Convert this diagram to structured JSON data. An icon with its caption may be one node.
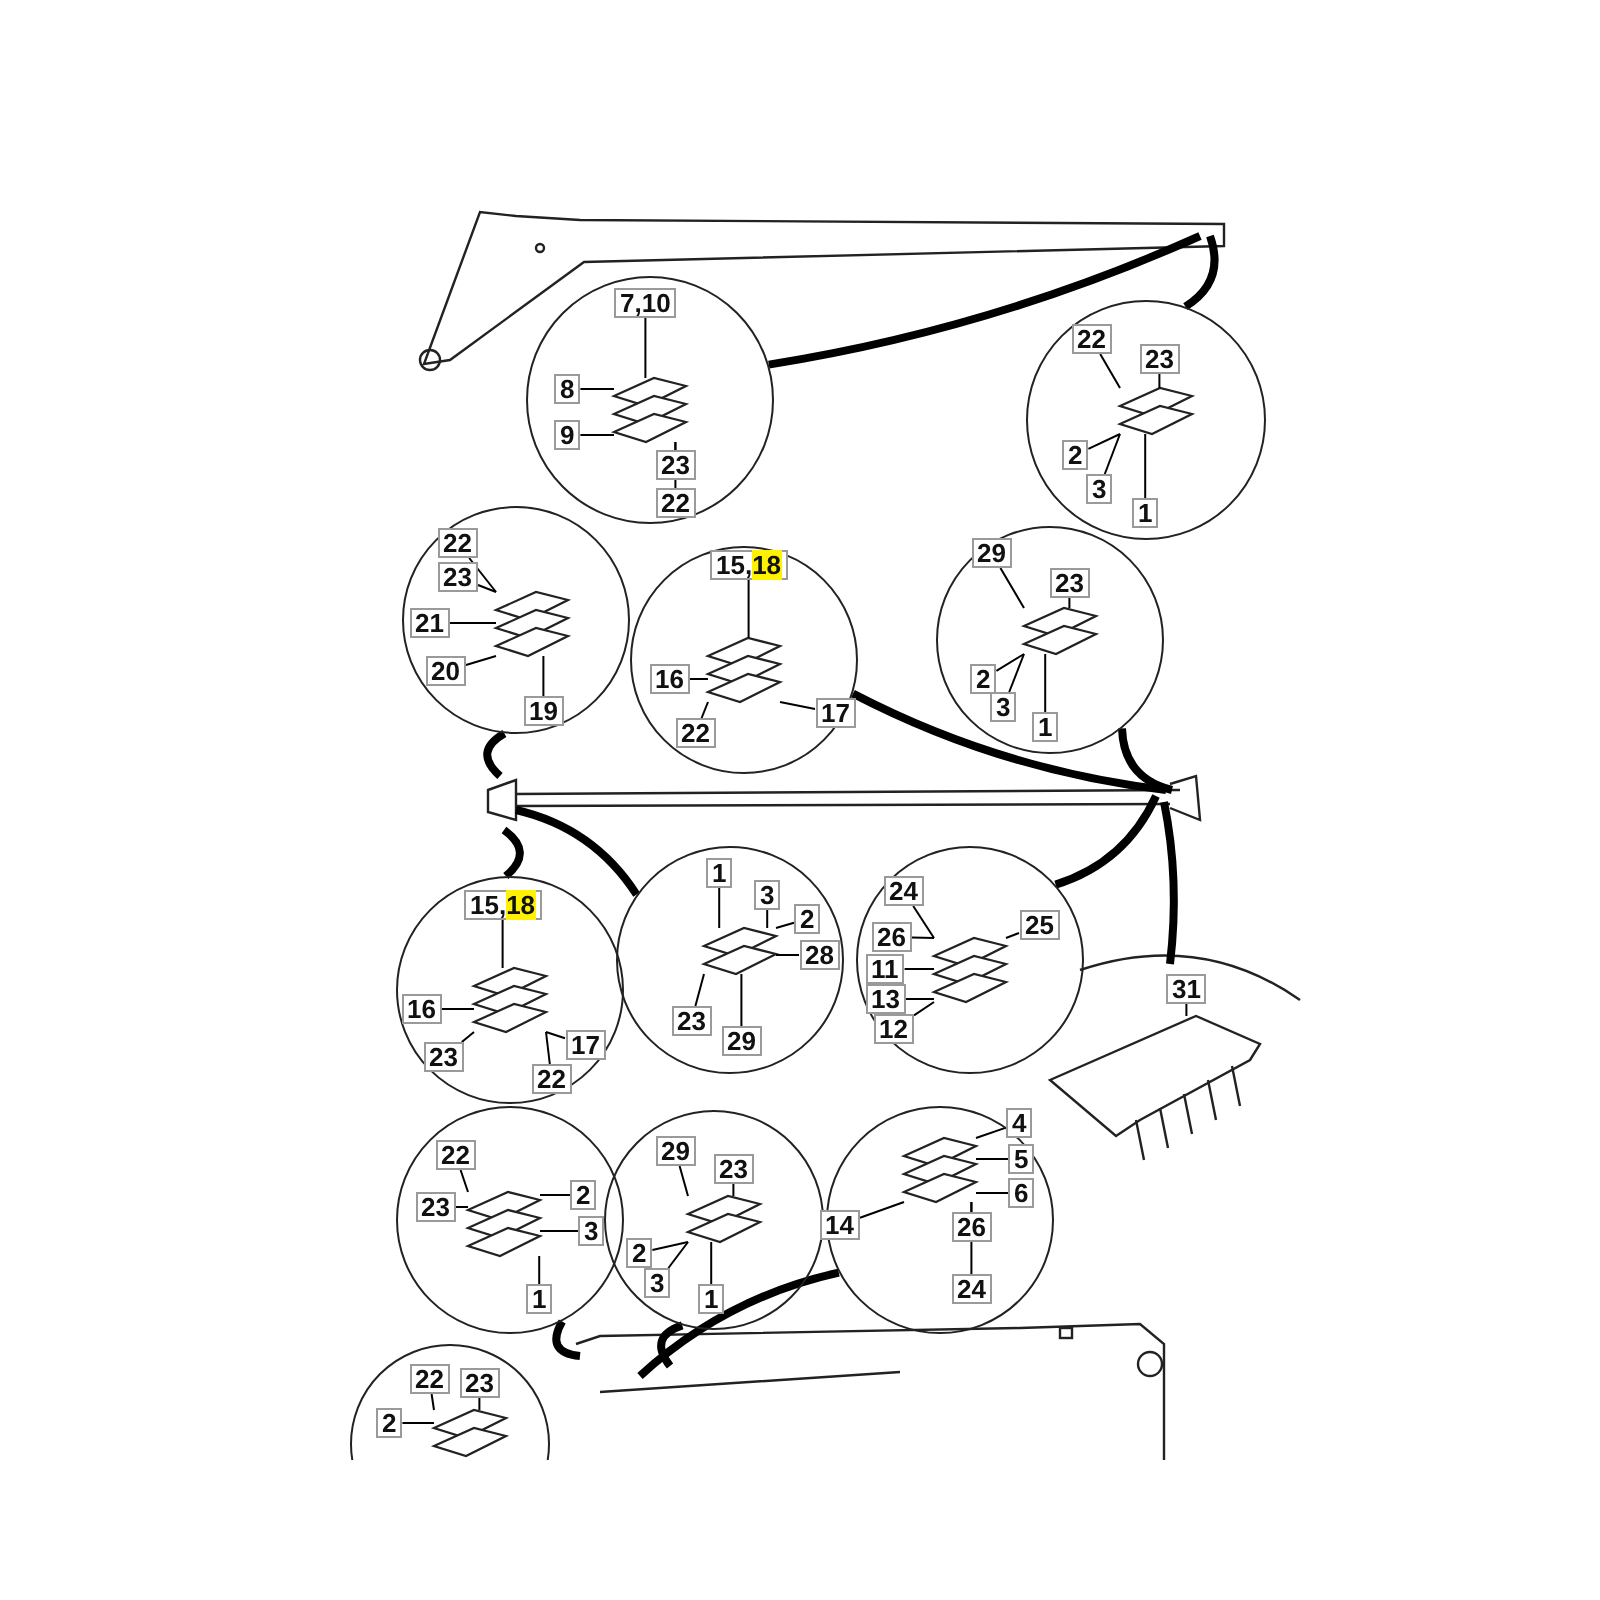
{
  "diagram": {
    "nodes": [
      {
        "text": [],
        "shape": "circle"
      },
      {
        "text": [
          "7,10"
        ],
        "in": 0
      },
      {
        "text": [
          "8"
        ],
        "in": 0
      },
      {
        "text": [
          "9"
        ],
        "in": 0
      },
      {
        "text": [
          "23"
        ],
        "in": 0
      },
      {
        "text": [
          "22"
        ],
        "in": 0
      },
      {
        "text": [],
        "shape": "circle"
      },
      {
        "text": [
          "22"
        ],
        "in": 6
      },
      {
        "text": [
          "23"
        ],
        "in": 6
      },
      {
        "text": [
          "2"
        ],
        "in": 6
      },
      {
        "text": [
          "3"
        ],
        "in": 6
      },
      {
        "text": [
          "1"
        ],
        "in": 6
      },
      {
        "text": [],
        "shape": "circle"
      },
      {
        "text": [
          "22"
        ],
        "in": 12
      },
      {
        "text": [
          "23"
        ],
        "in": 12
      },
      {
        "text": [
          "21"
        ],
        "in": 12
      },
      {
        "text": [
          "20"
        ],
        "in": 12
      },
      {
        "text": [
          "19"
        ],
        "in": 12
      },
      {
        "text": [],
        "shape": "circle"
      },
      {
        "text": [
          "15,18"
        ],
        "in": 18
      },
      {
        "text": [
          "16"
        ],
        "in": 18
      },
      {
        "text": [
          "17"
        ],
        "in": 18
      },
      {
        "text": [
          "22"
        ],
        "in": 18
      },
      {
        "text": [],
        "shape": "circle"
      },
      {
        "text": [
          "29"
        ],
        "in": 23
      },
      {
        "text": [
          "23"
        ],
        "in": 23
      },
      {
        "text": [
          "2"
        ],
        "in": 23
      },
      {
        "text": [
          "3"
        ],
        "in": 23
      },
      {
        "text": [
          "1"
        ],
        "in": 23
      },
      {
        "text": [],
        "shape": "circle"
      },
      {
        "text": [
          "15,18"
        ],
        "in": 29
      },
      {
        "text": [
          "16"
        ],
        "in": 29
      },
      {
        "text": [
          "17"
        ],
        "in": 29
      },
      {
        "text": [
          "23"
        ],
        "in": 29
      },
      {
        "text": [
          "22"
        ],
        "in": 29
      },
      {
        "text": [],
        "shape": "circle"
      },
      {
        "text": [
          "1"
        ],
        "in": 35
      },
      {
        "text": [
          "3"
        ],
        "in": 35
      },
      {
        "text": [
          "2"
        ],
        "in": 35
      },
      {
        "text": [
          "28"
        ],
        "in": 35
      },
      {
        "text": [
          "23"
        ],
        "in": 35
      },
      {
        "text": [
          "29"
        ],
        "in": 35
      },
      {
        "text": [],
        "shape": "circle"
      },
      {
        "text": [
          "24"
        ],
        "in": 42
      },
      {
        "text": [
          "25"
        ],
        "in": 42
      },
      {
        "text": [
          "26"
        ],
        "in": 42
      },
      {
        "text": [
          "11"
        ],
        "in": 42
      },
      {
        "text": [
          "13"
        ],
        "in": 42
      },
      {
        "text": [
          "12"
        ],
        "in": 42
      },
      {
        "text": [
          "31"
        ]
      },
      {
        "text": [],
        "shape": "circle"
      },
      {
        "text": [
          "22"
        ],
        "in": 50
      },
      {
        "text": [
          "23"
        ],
        "in": 50
      },
      {
        "text": [
          "2"
        ],
        "in": 50
      },
      {
        "text": [
          "3"
        ],
        "in": 50
      },
      {
        "text": [
          "1"
        ],
        "in": 50
      },
      {
        "text": [],
        "shape": "circle"
      },
      {
        "text": [
          "29"
        ],
        "in": 56
      },
      {
        "text": [
          "23"
        ],
        "in": 56
      },
      {
        "text": [
          "2"
        ],
        "in": 56
      },
      {
        "text": [
          "3"
        ],
        "in": 56
      },
      {
        "text": [
          "1"
        ],
        "in": 56
      },
      {
        "text": [],
        "shape": "circle"
      },
      {
        "text": [
          "4"
        ],
        "in": 62
      },
      {
        "text": [
          "5"
        ],
        "in": 62
      },
      {
        "text": [
          "6"
        ],
        "in": 62
      },
      {
        "text": [
          "14"
        ],
        "in": 62
      },
      {
        "text": [
          "26"
        ],
        "in": 62
      },
      {
        "text": [
          "24"
        ],
        "in": 62
      },
      {
        "text": [],
        "shape": "circle"
      },
      {
        "text": [
          "22"
        ],
        "in": 69
      },
      {
        "text": [
          "23"
        ],
        "in": 69
      },
      {
        "text": [
          "2"
        ],
        "in": 69
      },
      {
        "text": [],
        "shape": "picture",
        "in": 0
      },
      {
        "text": [],
        "shape": "picture",
        "in": 6
      },
      {
        "text": [],
        "shape": "picture",
        "in": 12
      },
      {
        "text": [],
        "shape": "picture",
        "in": 18
      },
      {
        "text": [],
        "shape": "picture",
        "in": 23
      },
      {
        "text": [],
        "shape": "picture",
        "in": 29
      },
      {
        "text": [],
        "shape": "picture",
        "in": 35
      },
      {
        "text": [],
        "shape": "picture",
        "in": 42
      },
      {
        "text": [],
        "shape": "picture",
        "in": 50
      },
      {
        "text": [],
        "shape": "picture",
        "in": 56
      },
      {
        "text": [],
        "shape": "picture",
        "in": 62
      },
      {
        "text": [],
        "shape": "picture",
        "in": 69
      },
      {
        "text": [],
        "shape": "picture"
      }
    ],
    "edges": [
      {
        "from": 1,
        "to": 73,
        "arrow": "none"
      },
      {
        "from": 2,
        "to": 73,
        "arrow": "none"
      },
      {
        "from": 3,
        "to": 73,
        "arrow": "none"
      },
      {
        "from": 4,
        "to": 73,
        "arrow": "none"
      },
      {
        "from": 5,
        "to": 73,
        "arrow": "none"
      },
      {
        "from": 7,
        "to": 74,
        "arrow": "none"
      },
      {
        "from": 8,
        "to": 74,
        "arrow": "none"
      },
      {
        "from": 9,
        "to": 74,
        "arrow": "none"
      },
      {
        "from": 10,
        "to": 74,
        "arrow": "none"
      },
      {
        "from": 11,
        "to": 74,
        "arrow": "none"
      },
      {
        "from": 13,
        "to": 75,
        "arrow": "none"
      },
      {
        "from": 14,
        "to": 75,
        "arrow": "none"
      },
      {
        "from": 15,
        "to": 75,
        "arrow": "none"
      },
      {
        "from": 16,
        "to": 75,
        "arrow": "none"
      },
      {
        "from": 17,
        "to": 75,
        "arrow": "none"
      },
      {
        "from": 19,
        "to": 76,
        "arrow": "none"
      },
      {
        "from": 20,
        "to": 76,
        "arrow": "none"
      },
      {
        "from": 21,
        "to": 76,
        "arrow": "none"
      },
      {
        "from": 22,
        "to": 76,
        "arrow": "none"
      },
      {
        "from": 24,
        "to": 77,
        "arrow": "none"
      },
      {
        "from": 25,
        "to": 77,
        "arrow": "none"
      },
      {
        "from": 26,
        "to": 77,
        "arrow": "none"
      },
      {
        "from": 27,
        "to": 77,
        "arrow": "none"
      },
      {
        "from": 28,
        "to": 77,
        "arrow": "none"
      },
      {
        "from": 30,
        "to": 78,
        "arrow": "none"
      },
      {
        "from": 31,
        "to": 78,
        "arrow": "none"
      },
      {
        "from": 32,
        "to": 78,
        "arrow": "none"
      },
      {
        "from": 33,
        "to": 78,
        "arrow": "none"
      },
      {
        "from": 34,
        "to": 78,
        "arrow": "none"
      },
      {
        "from": 36,
        "to": 79,
        "arrow": "none"
      },
      {
        "from": 37,
        "to": 79,
        "arrow": "none"
      },
      {
        "from": 38,
        "to": 79,
        "arrow": "none"
      },
      {
        "from": 39,
        "to": 79,
        "arrow": "none"
      },
      {
        "from": 40,
        "to": 79,
        "arrow": "none"
      },
      {
        "from": 41,
        "to": 79,
        "arrow": "none"
      },
      {
        "from": 43,
        "to": 80,
        "arrow": "none"
      },
      {
        "from": 44,
        "to": 80,
        "arrow": "none"
      },
      {
        "from": 45,
        "to": 80,
        "arrow": "none"
      },
      {
        "from": 46,
        "to": 80,
        "arrow": "none"
      },
      {
        "from": 47,
        "to": 80,
        "arrow": "none"
      },
      {
        "from": 48,
        "to": 80,
        "arrow": "none"
      },
      {
        "from": 49,
        "to": 85,
        "arrow": "none"
      },
      {
        "from": 51,
        "to": 81,
        "arrow": "none"
      },
      {
        "from": 52,
        "to": 81,
        "arrow": "none"
      },
      {
        "from": 53,
        "to": 81,
        "arrow": "none"
      },
      {
        "from": 54,
        "to": 81,
        "arrow": "none"
      },
      {
        "from": 55,
        "to": 81,
        "arrow": "none"
      },
      {
        "from": 57,
        "to": 82,
        "arrow": "none"
      },
      {
        "from": 58,
        "to": 82,
        "arrow": "none"
      },
      {
        "from": 59,
        "to": 82,
        "arrow": "none"
      },
      {
        "from": 60,
        "to": 82,
        "arrow": "none"
      },
      {
        "from": 61,
        "to": 82,
        "arrow": "none"
      },
      {
        "from": 63,
        "to": 83,
        "arrow": "none"
      },
      {
        "from": 64,
        "to": 83,
        "arrow": "none"
      },
      {
        "from": 65,
        "to": 83,
        "arrow": "none"
      },
      {
        "from": 66,
        "to": 83,
        "arrow": "none"
      },
      {
        "from": 67,
        "to": 83,
        "arrow": "none"
      },
      {
        "from": 68,
        "to": 83,
        "arrow": "none"
      },
      {
        "from": 70,
        "to": 84,
        "arrow": "none"
      },
      {
        "from": 71,
        "to": 84,
        "arrow": "none"
      },
      {
        "from": 72,
        "to": 84,
        "arrow": "none"
      },
      {
        "from": 0,
        "to": null,
        "arrow": "none",
        "style": "thick"
      },
      {
        "from": 6,
        "to": null,
        "arrow": "none",
        "style": "thick"
      },
      {
        "from": 12,
        "to": null,
        "arrow": "none",
        "style": "thick"
      },
      {
        "from": 18,
        "to": null,
        "arrow": "none",
        "style": "thick"
      },
      {
        "from": 23,
        "to": null,
        "arrow": "none",
        "style": "thick"
      },
      {
        "from": 29,
        "to": null,
        "arrow": "none",
        "style": "thick"
      },
      {
        "from": 35,
        "to": null,
        "arrow": "none",
        "style": "thick"
      },
      {
        "from": 42,
        "to": null,
        "arrow": "none",
        "style": "thick"
      },
      {
        "from": 50,
        "to": null,
        "arrow": "none",
        "style": "thick"
      },
      {
        "from": 56,
        "to": null,
        "arrow": "none",
        "style": "thick"
      },
      {
        "from": 62,
        "to": null,
        "arrow": "none",
        "style": "thick"
      }
    ]
  }
}
